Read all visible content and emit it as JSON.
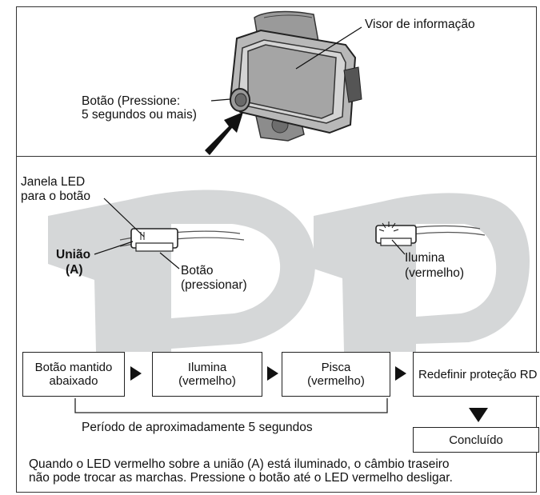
{
  "top": {
    "display_label": "Visor de informação",
    "button_label": "Botão (Pressione:\n5 segundos ou mais)"
  },
  "bottom": {
    "led_window_label_line1": "Janela LED",
    "led_window_label_line2": "para o botão",
    "joint_label_line1": "União",
    "joint_label_line2": "(A)",
    "press_label_line1": "Botão",
    "press_label_line2": "(pressionar)",
    "lights_label_line1": "Ilumina",
    "lights_label_line2": "(vermelho)"
  },
  "flow": {
    "steps": [
      "Botão mantido\nabaixado",
      "Ilumina\n(vermelho)",
      "Pisca\n(vermelho)",
      "Redefinir proteção RD"
    ],
    "period_label": "Período de aproximadamente 5 segundos",
    "done_label": "Concluído"
  },
  "note": {
    "line1": "Quando o LED vermelho sobre a união (A) está iluminado, o câmbio traseiro",
    "line2": "não pode trocar as marchas. Pressione o botão até o LED vermelho desligar."
  }
}
